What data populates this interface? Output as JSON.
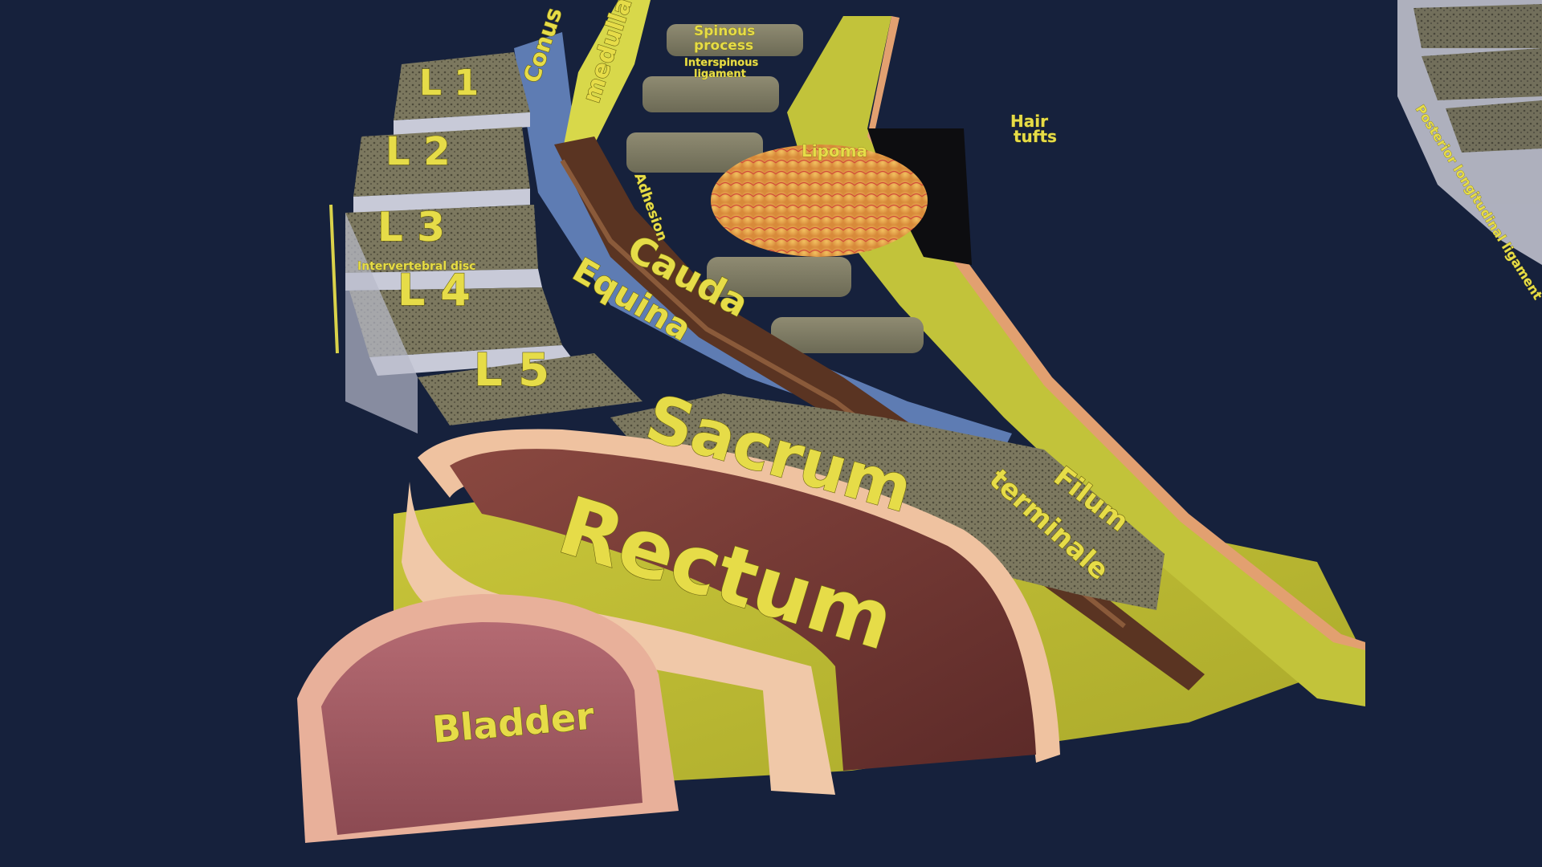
{
  "scene": {
    "background_color": "#16213c",
    "label_color": "#e6dc48",
    "labels": {
      "l1": "L 1",
      "l2": "L 2",
      "l3": "L 3",
      "l4": "L 4",
      "l5": "L 5",
      "intervertebral_disc": "Intervertebral disc",
      "conus_medullaris_a": "Conus",
      "conus_medullaris_b": "medullaris",
      "spinous_process_a": "Spinous",
      "spinous_process_b": "process",
      "interspinous_ligament_a": "Interspinous",
      "interspinous_ligament_b": "ligament",
      "adhesion": "Adhesion",
      "lipoma": "Lipoma",
      "hair_tufts_a": "Hair",
      "hair_tufts_b": "tufts",
      "cauda": "Cauda",
      "equina": "Equina",
      "sacrum": "Sacrum",
      "filum": "Filum",
      "terminale": "terminale",
      "rectum": "Rectum",
      "bladder": "Bladder",
      "posterior_longitudinal_ligament": "Posterior longitudinal ligament"
    }
  }
}
